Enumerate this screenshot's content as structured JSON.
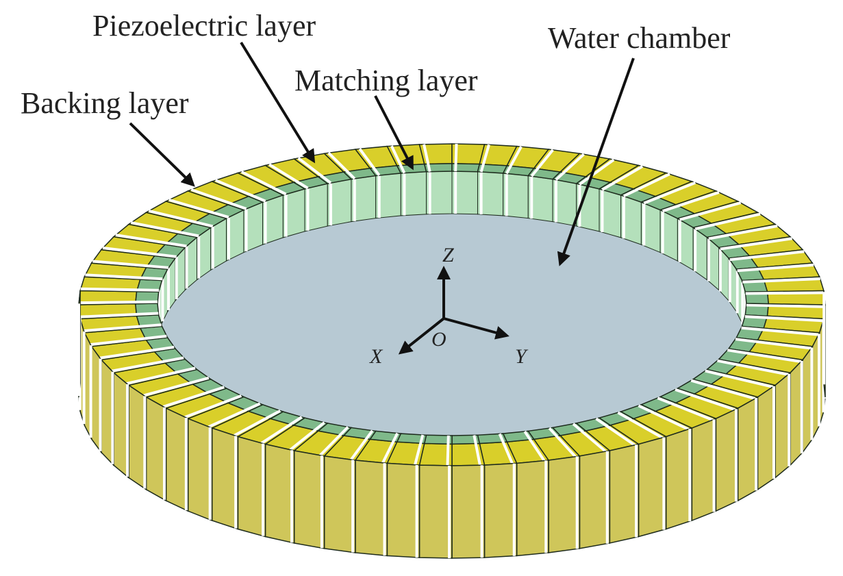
{
  "labels": {
    "piezoelectric": "Piezoelectric layer",
    "water": "Water chamber",
    "matching": "Matching layer",
    "backing": "Backing layer"
  },
  "axes": {
    "z": "Z",
    "x": "X",
    "y": "Y",
    "origin": "O"
  },
  "colors": {
    "backing": "#d9cf2a",
    "side": "#cfc65a",
    "matching": "#7fb98a",
    "inner_wall": "#b4e0bb",
    "water": "#b7c9d3",
    "separator": "#ffffff",
    "edge": "#1d2a1d"
  },
  "segments": 72
}
